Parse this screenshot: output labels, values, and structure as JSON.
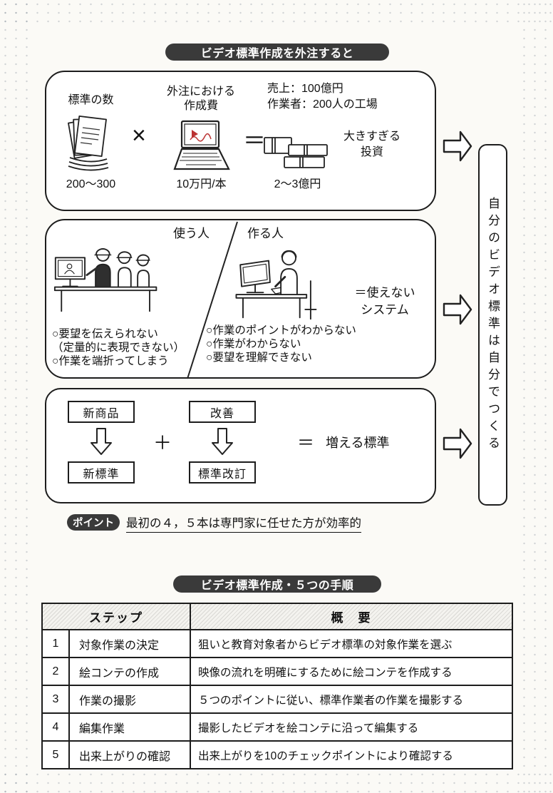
{
  "titles": {
    "outsourcing": "ビデオ標準作成を外注すると",
    "procedure": "ビデオ標準作成・５つの手順"
  },
  "section1": {
    "col1_label": "標準の数",
    "col1_value": "200〜300",
    "times": "×",
    "col2_label_1": "外注における",
    "col2_label_2": "作成費",
    "col2_value": "10万円/本",
    "equals": "＝",
    "factory_line1": "売上：100億円",
    "factory_line2": "作業者：200人の工場",
    "investment_1": "大きすぎる",
    "investment_2": "投資",
    "col3_value": "2〜3億円"
  },
  "section2": {
    "user_label": "使う人",
    "maker_label": "作る人",
    "unusable_1": "＝使えない",
    "unusable_2": "システム",
    "user_points": [
      "○要望を伝えられない",
      "（定量的に表現できない）",
      "○作業を端折ってしまう"
    ],
    "maker_points": [
      "○作業のポイントがわからない",
      "○作業がわからない",
      "○要望を理解できない"
    ]
  },
  "section3": {
    "new_product": "新商品",
    "improvement": "改善",
    "plus": "＋",
    "new_standard": "新標準",
    "standard_revision": "標準改訂",
    "equals": "＝",
    "result": "増える標準"
  },
  "side_note": "自分のビデオ標準は自分でつくる",
  "point": {
    "badge": "ポイント",
    "text": "最初の４，５本は専門家に任せた方が効率的"
  },
  "table": {
    "header_step": "ステップ",
    "header_overview": "概　要",
    "rows": [
      {
        "no": "1",
        "step": "対象作業の決定",
        "overview": "狙いと教育対象者からビデオ標準の対象作業を選ぶ"
      },
      {
        "no": "2",
        "step": "絵コンテの作成",
        "overview": "映像の流れを明確にするために絵コンテを作成する"
      },
      {
        "no": "3",
        "step": "作業の撮影",
        "overview": "５つのポイントに従い、標準作業者の作業を撮影する"
      },
      {
        "no": "4",
        "step": "編集作業",
        "overview": "撮影したビデオを絵コンテに沿って編集する"
      },
      {
        "no": "5",
        "step": "出来上がりの確認",
        "overview": "出来上がりを10のチェックポイントにより確認する"
      }
    ]
  },
  "icons": [
    "documents-stack-icon",
    "laptop-icon",
    "money-stack-icon",
    "workers-illustration",
    "programmer-illustration",
    "block-arrow-right-icon",
    "block-arrow-down-icon"
  ],
  "colors": {
    "badge_bg": "#3a3a3a",
    "line": "#1d1d1d",
    "paper": "#fbfaf6",
    "accent_red": "#b33"
  }
}
